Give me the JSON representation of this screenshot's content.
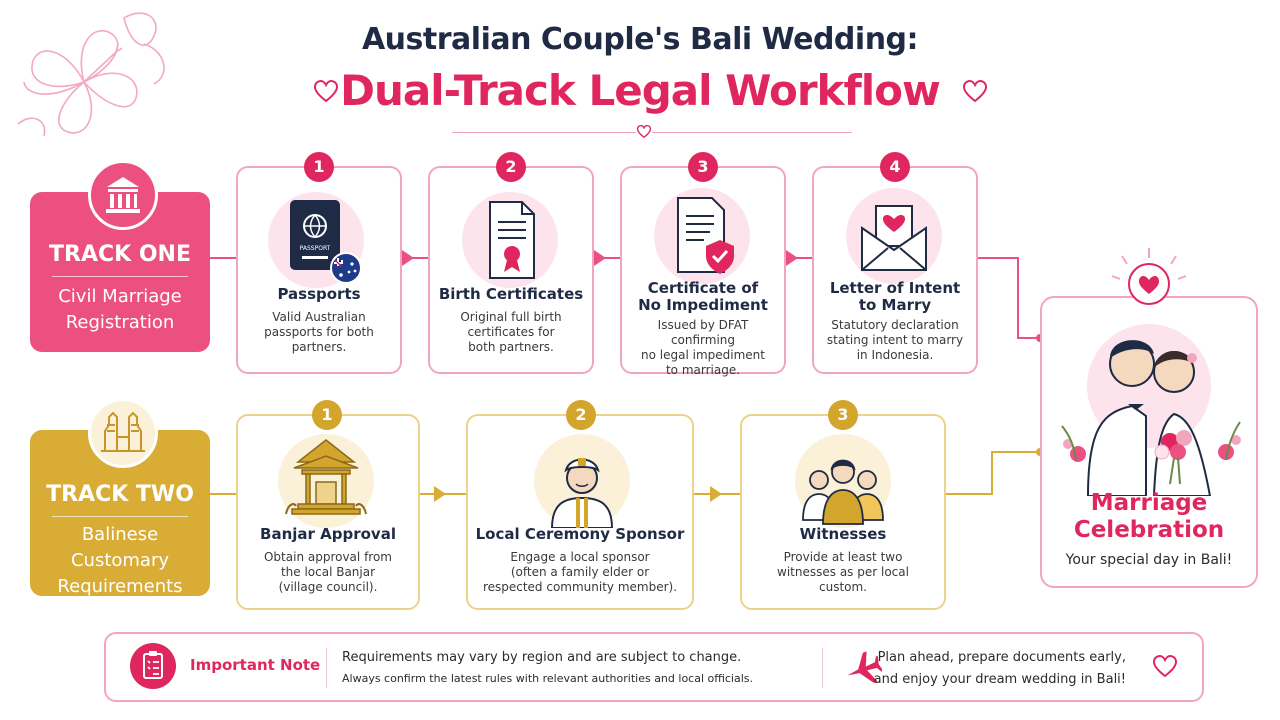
{
  "title": {
    "line1": "Australian Couple's Bali Wedding:",
    "line2": "Dual-Track Legal Workflow"
  },
  "track_one": {
    "label": "TRACK ONE",
    "subtitle_line1": "Civil Marriage",
    "subtitle_line2": "Registration",
    "icon": "government-building-icon",
    "color": "#ec5081",
    "steps": [
      {
        "number": "1",
        "title": "Passports",
        "desc": [
          "Valid Australian",
          "passports for both",
          "partners."
        ],
        "icon": "passport-icon",
        "icon_text": "PASSPORT"
      },
      {
        "number": "2",
        "title": "Birth Certificates",
        "desc": [
          "Original full birth",
          "certificates for",
          "both partners."
        ],
        "icon": "certificate-icon"
      },
      {
        "number": "3",
        "title_lines": [
          "Certificate of",
          "No Impediment"
        ],
        "desc": [
          "Issued by DFAT confirming",
          "no legal impediment",
          "to marriage."
        ],
        "icon": "shield-document-icon"
      },
      {
        "number": "4",
        "title_lines": [
          "Letter of Intent",
          "to Marry"
        ],
        "desc": [
          "Statutory declaration",
          "stating intent to marry",
          "in Indonesia."
        ],
        "icon": "envelope-heart-icon"
      }
    ]
  },
  "track_two": {
    "label": "TRACK TWO",
    "subtitle_line1": "Balinese Customary",
    "subtitle_line2": "Requirements",
    "icon": "temple-gate-icon",
    "color": "#d9ad35",
    "steps": [
      {
        "number": "1",
        "title": "Banjar Approval",
        "desc": [
          "Obtain approval from",
          "the local Banjar",
          "(village council)."
        ],
        "icon": "pavilion-icon"
      },
      {
        "number": "2",
        "title": "Local Ceremony Sponsor",
        "desc": [
          "Engage a local sponsor",
          "(often a family elder or",
          "respected community member)."
        ],
        "icon": "sponsor-icon"
      },
      {
        "number": "3",
        "title": "Witnesses",
        "desc": [
          "Provide at least two",
          "witnesses as per local",
          "custom."
        ],
        "icon": "people-group-icon"
      }
    ]
  },
  "celebration": {
    "title_line1": "Marriage",
    "title_line2": "Celebration",
    "subtitle": "Your special day in Bali!",
    "icon": "couple-icon"
  },
  "note": {
    "label": "Important Note",
    "line1": "Requirements may vary by region and are subject to change.",
    "line2": "Always confirm the latest rules with relevant authorities and local officials.",
    "right_line1": "Plan ahead, prepare documents early,",
    "right_line2": "and enjoy your dream wedding in Bali!",
    "icon": "clipboard-icon",
    "right_icon": "airplane-icon"
  },
  "colors": {
    "pink": "#e0265e",
    "gold": "#d4a52c",
    "navy": "#1f2a44"
  }
}
